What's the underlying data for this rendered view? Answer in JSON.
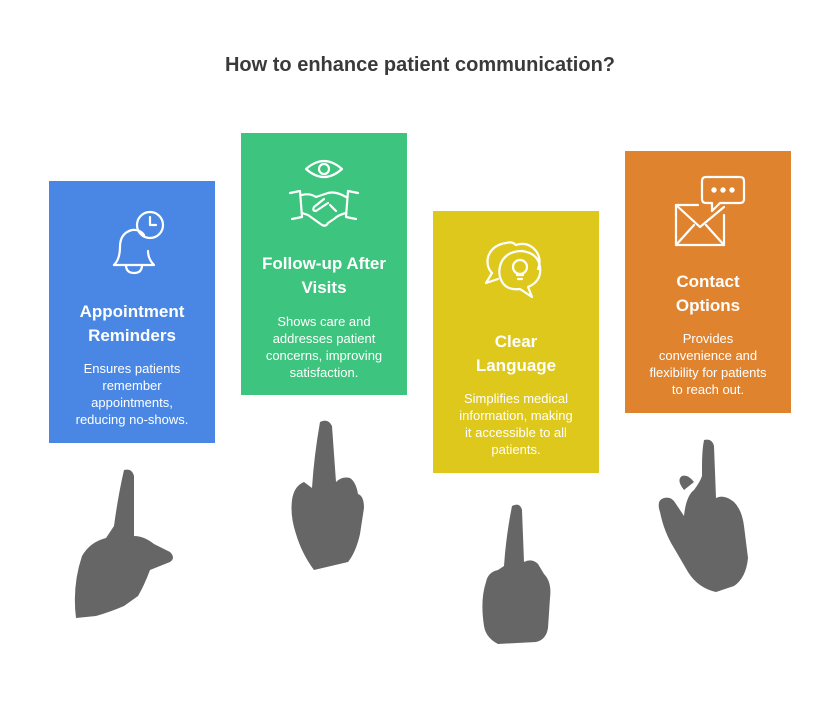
{
  "title": "How to enhance patient communication?",
  "colors": {
    "card_1": "#4a87e4",
    "card_2": "#3dc47e",
    "card_3": "#dfc81c",
    "card_4": "#e0832f",
    "hand": "#666666",
    "title_text": "#3a3a3a"
  },
  "cards": [
    {
      "icon": "bell-clock-icon",
      "heading_lines": [
        "Appointment",
        "Reminders"
      ],
      "desc_lines": [
        "Ensures patients",
        "remember",
        "appointments,",
        "reducing no-shows."
      ]
    },
    {
      "icon": "eye-handshake-icon",
      "heading_lines": [
        "Follow-up After",
        "Visits"
      ],
      "desc_lines": [
        "Shows care and",
        "addresses patient",
        "concerns, improving",
        "satisfaction."
      ]
    },
    {
      "icon": "speech-bubble-lightbulb-icon",
      "heading_lines": [
        "Clear",
        "Language"
      ],
      "desc_lines": [
        "Simplifies medical",
        "information, making",
        "it accessible to all",
        "patients."
      ]
    },
    {
      "icon": "envelope-chat-icon",
      "heading_lines": [
        "Contact",
        "Options"
      ],
      "desc_lines": [
        "Provides",
        "convenience and",
        "flexibility for patients",
        "to reach out."
      ]
    }
  ]
}
